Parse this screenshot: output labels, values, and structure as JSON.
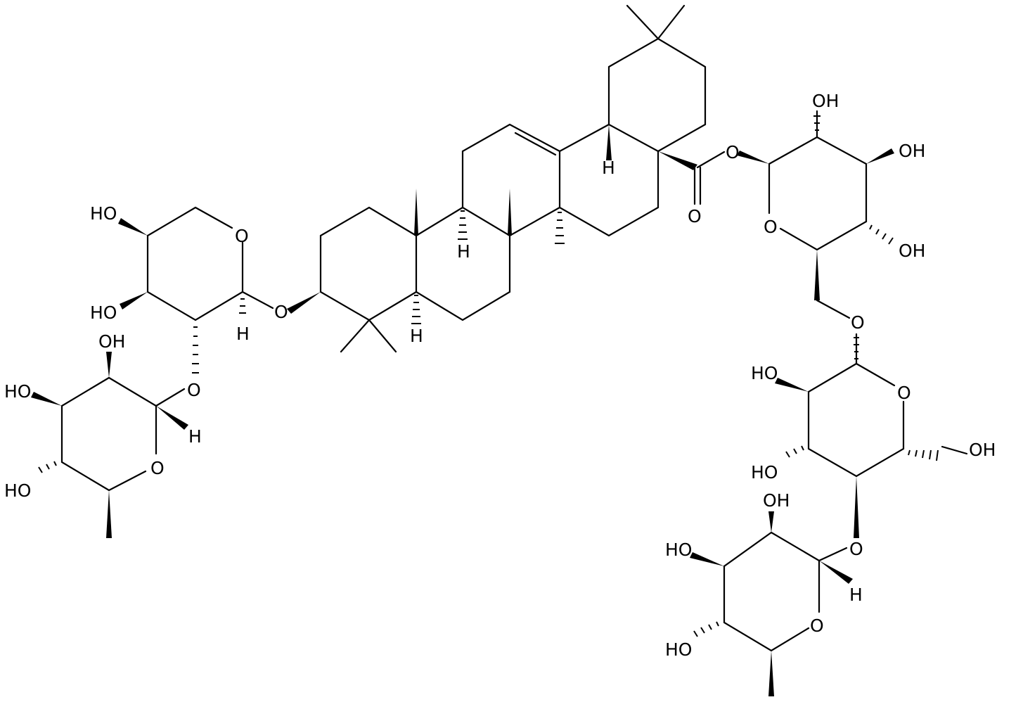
{
  "diagram": {
    "colors": {
      "ink": "#000000",
      "background": "#ffffff"
    },
    "atom_labels": {
      "ho_xyl_top": "HO",
      "ho_xyl_mid": "HO",
      "o_xyl_ring": "O",
      "h_xyl_anomeric": "H",
      "o_xyl_link": "O",
      "o_rha_link": "O",
      "oh_rha_top": "OH",
      "ho_rha_left": "HO",
      "h_rha_anomeric": "H",
      "o_rha_ring": "O",
      "ho_rha_low": "HO",
      "h_ring_b": "H",
      "h_ring_a": "H",
      "h_ring_d": "H",
      "o_ester": "O",
      "o_carbonyl": "O",
      "oh_glc1_top": "OH",
      "oh_glc1_right": "OH",
      "o_glc1_ring": "O",
      "oh_glc1_low": "OH",
      "o_glc1_glc2": "O",
      "ho_glc2_top": "HO",
      "o_glc2_ring": "O",
      "ho_glc2_mid": "HO",
      "oh_glc2_ch2": "OH",
      "o_glc2_rha2": "O",
      "oh_rha2_top": "OH",
      "ho_rha2_left": "HO",
      "h_rha2_anomeric": "H",
      "o_rha2_ring": "O",
      "ho_rha2_low": "HO"
    }
  }
}
